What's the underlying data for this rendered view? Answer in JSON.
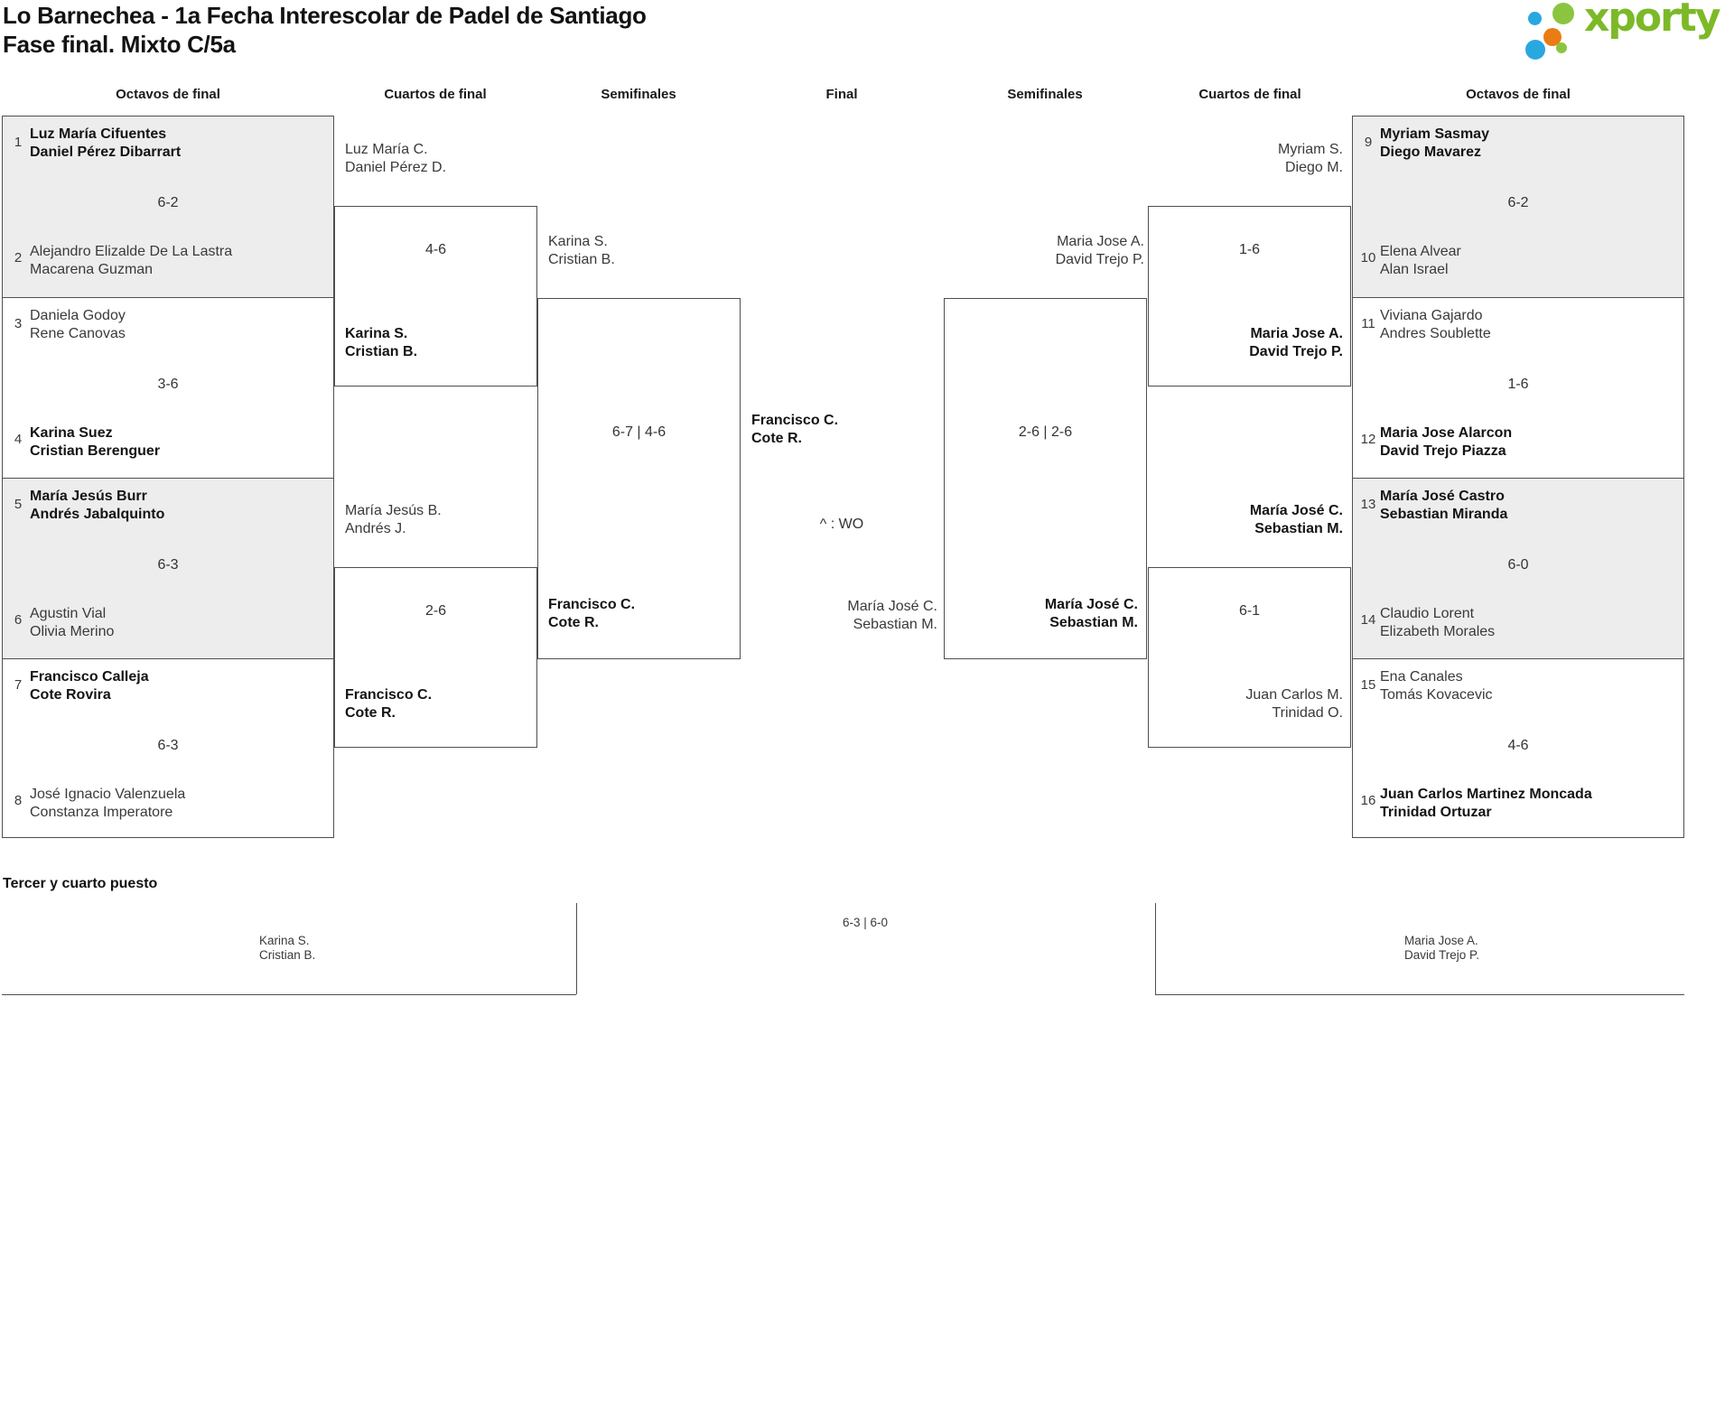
{
  "title": {
    "line1": "Lo Barnechea - 1a Fecha Interescolar de Padel de Santiago",
    "line2": "Fase final. Mixto C/5a"
  },
  "logo": {
    "brand": "xporty"
  },
  "colors": {
    "accent_green": "#7cb928",
    "dot_blue": "#29a8e0",
    "dot_orange": "#ea7c16",
    "dot_green": "#8bc53f",
    "box_gray": "#ededed",
    "line": "#4f4f4f"
  },
  "round_headers": [
    "Octavos de final",
    "Cuartos de final",
    "Semifinales",
    "Final",
    "Semifinales",
    "Cuartos de final",
    "Octavos de final"
  ],
  "octavos_left": [
    {
      "top_seed": "1",
      "top_team": [
        "Luz María Cifuentes",
        "Daniel Pérez Dibarrart"
      ],
      "score": "6-2",
      "bottom_seed": "2",
      "bottom_team": [
        "Alejandro Elizalde De La Lastra",
        "Macarena Guzman"
      ],
      "winner": "top"
    },
    {
      "top_seed": "3",
      "top_team": [
        "Daniela Godoy",
        "Rene Canovas"
      ],
      "score": "3-6",
      "bottom_seed": "4",
      "bottom_team": [
        "Karina Suez",
        "Cristian Berenguer"
      ],
      "winner": "bottom"
    },
    {
      "top_seed": "5",
      "top_team": [
        "María Jesús Burr",
        "Andrés Jabalquinto"
      ],
      "score": "6-3",
      "bottom_seed": "6",
      "bottom_team": [
        "Agustin Vial",
        "Olivia Merino"
      ],
      "winner": "top"
    },
    {
      "top_seed": "7",
      "top_team": [
        "Francisco Calleja",
        "Cote Rovira"
      ],
      "score": "6-3",
      "bottom_seed": "8",
      "bottom_team": [
        "José Ignacio Valenzuela",
        "Constanza Imperatore"
      ],
      "winner": "top"
    }
  ],
  "octavos_right": [
    {
      "top_seed": "9",
      "top_team": [
        "Myriam Sasmay",
        "Diego Mavarez"
      ],
      "score": "6-2",
      "bottom_seed": "10",
      "bottom_team": [
        "Elena Alvear",
        "Alan Israel"
      ],
      "winner": "top"
    },
    {
      "top_seed": "11",
      "top_team": [
        "Viviana Gajardo",
        "Andres Soublette"
      ],
      "score": "1-6",
      "bottom_seed": "12",
      "bottom_team": [
        "Maria Jose Alarcon",
        "David Trejo Piazza"
      ],
      "winner": "bottom"
    },
    {
      "top_seed": "13",
      "top_team": [
        "María José Castro",
        "Sebastian Miranda"
      ],
      "score": "6-0",
      "bottom_seed": "14",
      "bottom_team": [
        "Claudio Lorent",
        "Elizabeth Morales"
      ],
      "winner": "top"
    },
    {
      "top_seed": "15",
      "top_team": [
        "Ena Canales",
        "Tomás Kovacevic"
      ],
      "score": "4-6",
      "bottom_seed": "16",
      "bottom_team": [
        "Juan Carlos Martinez Moncada",
        "Trinidad Ortuzar"
      ],
      "winner": "bottom"
    }
  ],
  "cuartos_left": [
    {
      "top_team": [
        "Luz María C.",
        "Daniel Pérez D."
      ],
      "score": "4-6",
      "bottom_team": [
        "Karina S.",
        "Cristian B."
      ],
      "winner": "bottom"
    },
    {
      "top_team": [
        "María Jesús B.",
        "Andrés J."
      ],
      "score": "2-6",
      "bottom_team": [
        "Francisco C.",
        "Cote R."
      ],
      "winner": "bottom"
    }
  ],
  "cuartos_right": [
    {
      "top_team": [
        "Myriam S.",
        "Diego M."
      ],
      "score": "1-6",
      "bottom_team": [
        "Maria Jose A.",
        "David Trejo P."
      ],
      "winner": "bottom"
    },
    {
      "top_team": [
        "María José C.",
        "Sebastian M."
      ],
      "score": "6-1",
      "bottom_team": [
        "Juan Carlos M.",
        "Trinidad O."
      ],
      "winner": "top"
    }
  ],
  "semifinal_left": {
    "top_team": [
      "Karina S.",
      "Cristian B."
    ],
    "score": "6-7 | 4-6",
    "bottom_team": [
      "Francisco C.",
      "Cote R."
    ],
    "winner": "bottom"
  },
  "semifinal_right": {
    "top_team": [
      "Maria Jose A.",
      "David Trejo P."
    ],
    "score": "2-6 | 2-6",
    "bottom_team": [
      "María José C.",
      "Sebastian M."
    ],
    "winner": "bottom"
  },
  "final": {
    "top_team": [
      "Francisco C.",
      "Cote R."
    ],
    "bottom_team": [
      "María José C.",
      "Sebastian M."
    ],
    "winner": "top",
    "note": "^ : WO"
  },
  "third_place": {
    "label": "Tercer y cuarto puesto",
    "left_team": [
      "Karina S.",
      "Cristian B."
    ],
    "score": "6-3 | 6-0",
    "right_team": [
      "Maria Jose A.",
      "David Trejo P."
    ]
  }
}
